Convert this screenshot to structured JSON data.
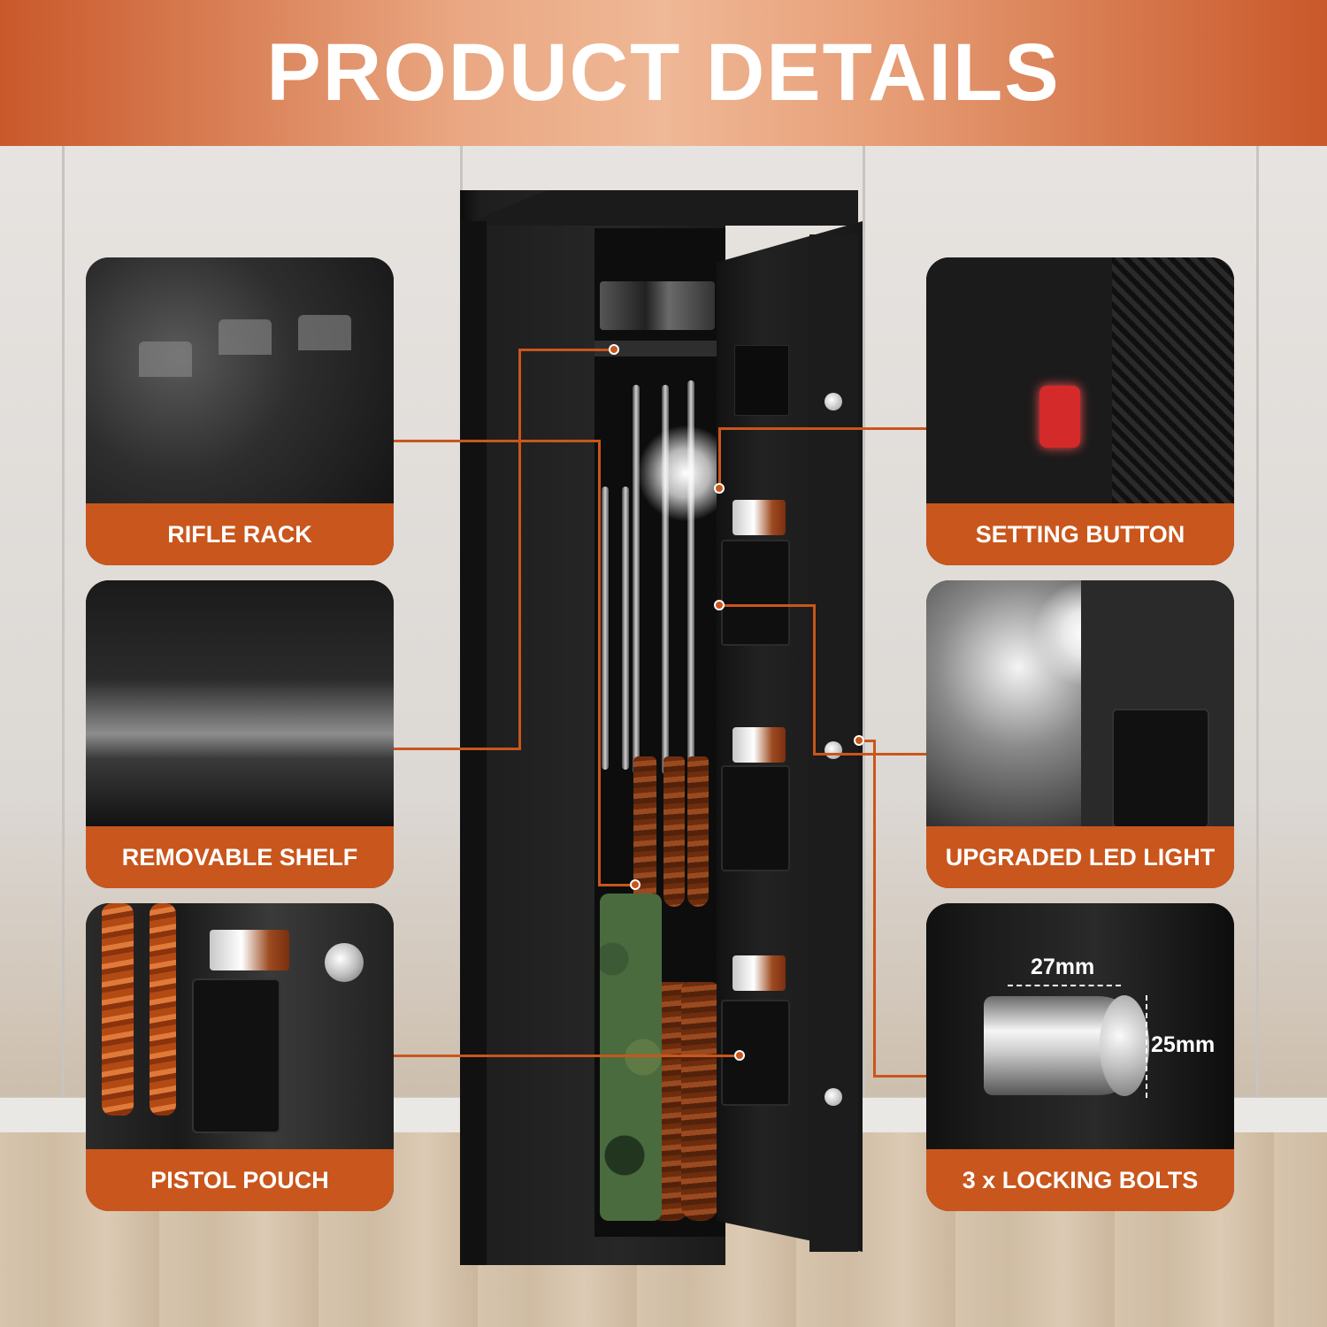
{
  "header": {
    "title": "PRODUCT DETAILS"
  },
  "features": {
    "rifle_rack": "RIFLE RACK",
    "removable_shelf": "REMOVABLE SHELF",
    "pistol_pouch": "PISTOL POUCH",
    "setting_button": "SETTING BUTTON",
    "upgraded_led_light": "UPGRADED LED LIGHT",
    "locking_bolts": "3 x LOCKING BOLTS"
  },
  "bolt_dimensions": {
    "width": "27mm",
    "height": "25mm"
  },
  "colors": {
    "accent": "#c9561c",
    "header_gradient_center": "#efb896",
    "safe": "#1e1e1e"
  }
}
